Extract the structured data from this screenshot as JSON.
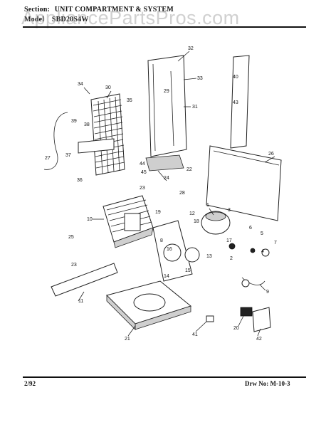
{
  "header": {
    "section_label": "Section:",
    "section_title": "UNIT COMPARTMENT & SYSTEM",
    "model_label": "Model",
    "model_value": "SBD20S4W"
  },
  "watermark": "AppliancePartsPros.com",
  "footer": {
    "date": "2/92",
    "drawing_no": "Drw No: M-10-3"
  },
  "callouts": [
    "32",
    "33",
    "29",
    "31",
    "34",
    "30",
    "35",
    "40",
    "43",
    "39",
    "38",
    "37",
    "27",
    "36",
    "44",
    "45",
    "24",
    "22",
    "26",
    "23",
    "28",
    "10",
    "19",
    "12",
    "18",
    "1",
    "3",
    "25",
    "6",
    "5",
    "8",
    "7",
    "4",
    "16",
    "17",
    "13",
    "15",
    "14",
    "2",
    "23",
    "11",
    "21",
    "9",
    "41",
    "20",
    "42"
  ]
}
